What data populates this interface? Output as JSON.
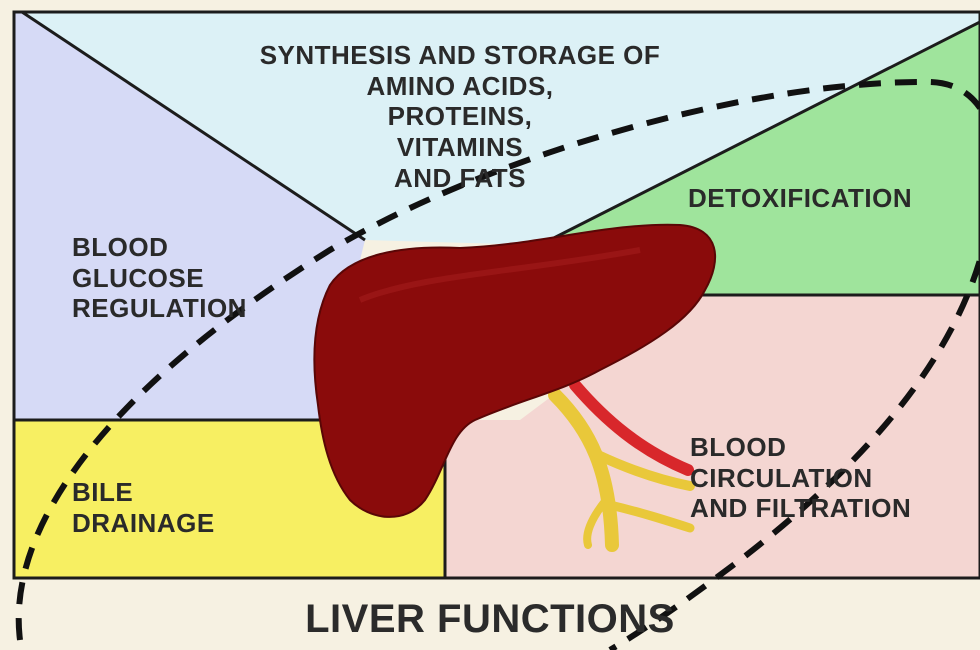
{
  "diagram": {
    "title": "LIVER FUNCTIONS",
    "regions": {
      "synthesis": {
        "lines": [
          "SYNTHESIS AND STORAGE OF",
          "AMINO ACIDS,",
          "PROTEINS,",
          "VITAMINS",
          "AND FATS"
        ],
        "color": "#dcf1f6"
      },
      "detoxification": {
        "lines": [
          "DETOXIFICATION"
        ],
        "color": "#9fe49c"
      },
      "glucose": {
        "lines": [
          "BLOOD",
          "GLUCOSE",
          "REGULATION"
        ],
        "color": "#d6daf6"
      },
      "bile": {
        "lines": [
          "BILE",
          "DRAINAGE"
        ],
        "color": "#f7ef62"
      },
      "circulation": {
        "lines": [
          "BLOOD",
          "CIRCULATION",
          "AND FILTRATION"
        ],
        "color": "#f4d6d2"
      }
    },
    "organ": {
      "name": "liver-icon",
      "color": "#8a0b0b"
    },
    "highlight": {
      "style": "dashed-ellipse",
      "color": "#111111"
    }
  }
}
